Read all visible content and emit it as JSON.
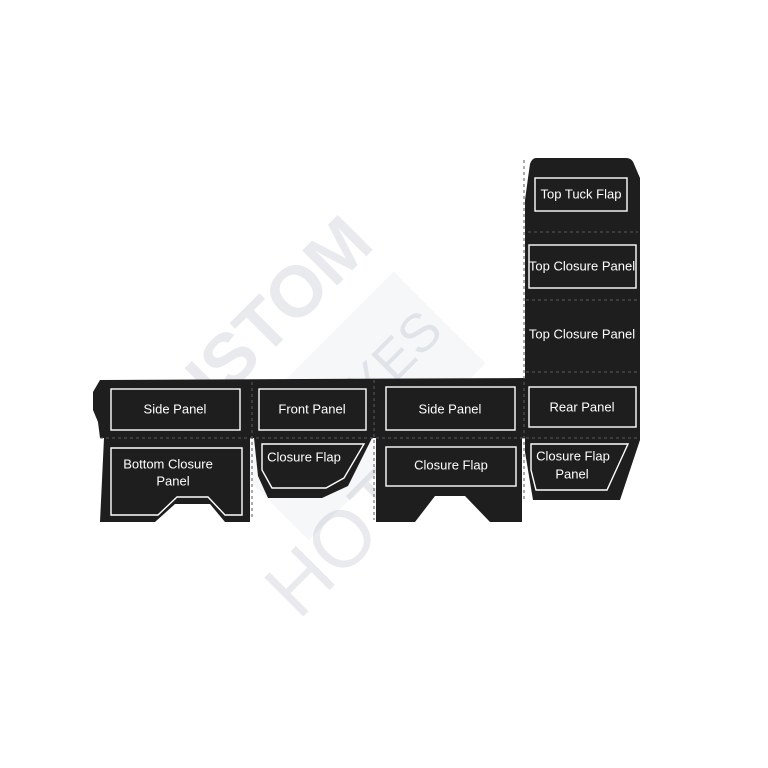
{
  "colors": {
    "board": "#1e1e1e",
    "outline": "#ffffff",
    "crease": "#5a5a5a",
    "watermark": "#9aa5b3"
  },
  "panels": {
    "top_tuck_flap": "Top Tuck Flap",
    "top_closure_panel_1": "Top Closure Panel",
    "top_closure_panel_2": "Top Closure Panel",
    "side_panel_left": "Side Panel",
    "front_panel": "Front Panel",
    "side_panel_right": "Side Panel",
    "rear_panel": "Rear Panel",
    "bottom_closure_panel_line1": "Bottom Closure",
    "bottom_closure_panel_line2": "Panel",
    "closure_flap_1": "Closure Flap",
    "closure_flap_2": "Closure Flap",
    "closure_flap_panel_line1": "Closure Flap",
    "closure_flap_panel_line2": "Panel"
  },
  "watermark": {
    "word1": "CUSTOM",
    "word2": "BOXES",
    "word3": "HOT"
  }
}
